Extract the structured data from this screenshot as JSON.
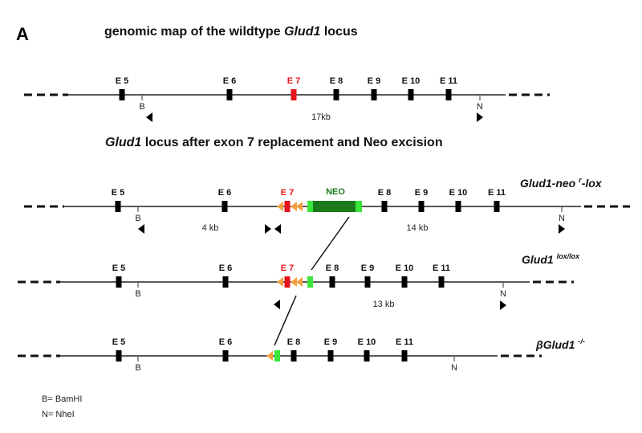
{
  "panel_letter": "A",
  "title1": {
    "pre": "genomic map of the wildtype ",
    "gene": "Glud1",
    "post": " locus"
  },
  "title2": {
    "gene": "Glud1",
    "post": " locus after exon 7 replacement and Neo excision"
  },
  "exons": [
    "E 5",
    "E 6",
    "E 7",
    "E 8",
    "E 9",
    "E 10",
    "E 11"
  ],
  "neo_label": "NEO",
  "site_b": "B",
  "site_n": "N",
  "sizes": {
    "wt": "17kb",
    "neo_left": "4 kb",
    "neo_right": "14 kb",
    "lox": "13 kb"
  },
  "alleles": {
    "neo": {
      "base": "Glud1-neo",
      "sup": "r",
      "post": "-lox"
    },
    "lox": {
      "base": "Glud1",
      "sup": "lox/lox"
    },
    "ko": {
      "base": "βGlud1",
      "sup": "-/-"
    }
  },
  "legend": [
    "B= BamHI",
    "N= NheI"
  ],
  "colors": {
    "exon": "#000000",
    "e7": "#e8141c",
    "neo_dark": "#1a7a1a",
    "neo_light": "#39e639",
    "loxp": "#f5a040"
  }
}
